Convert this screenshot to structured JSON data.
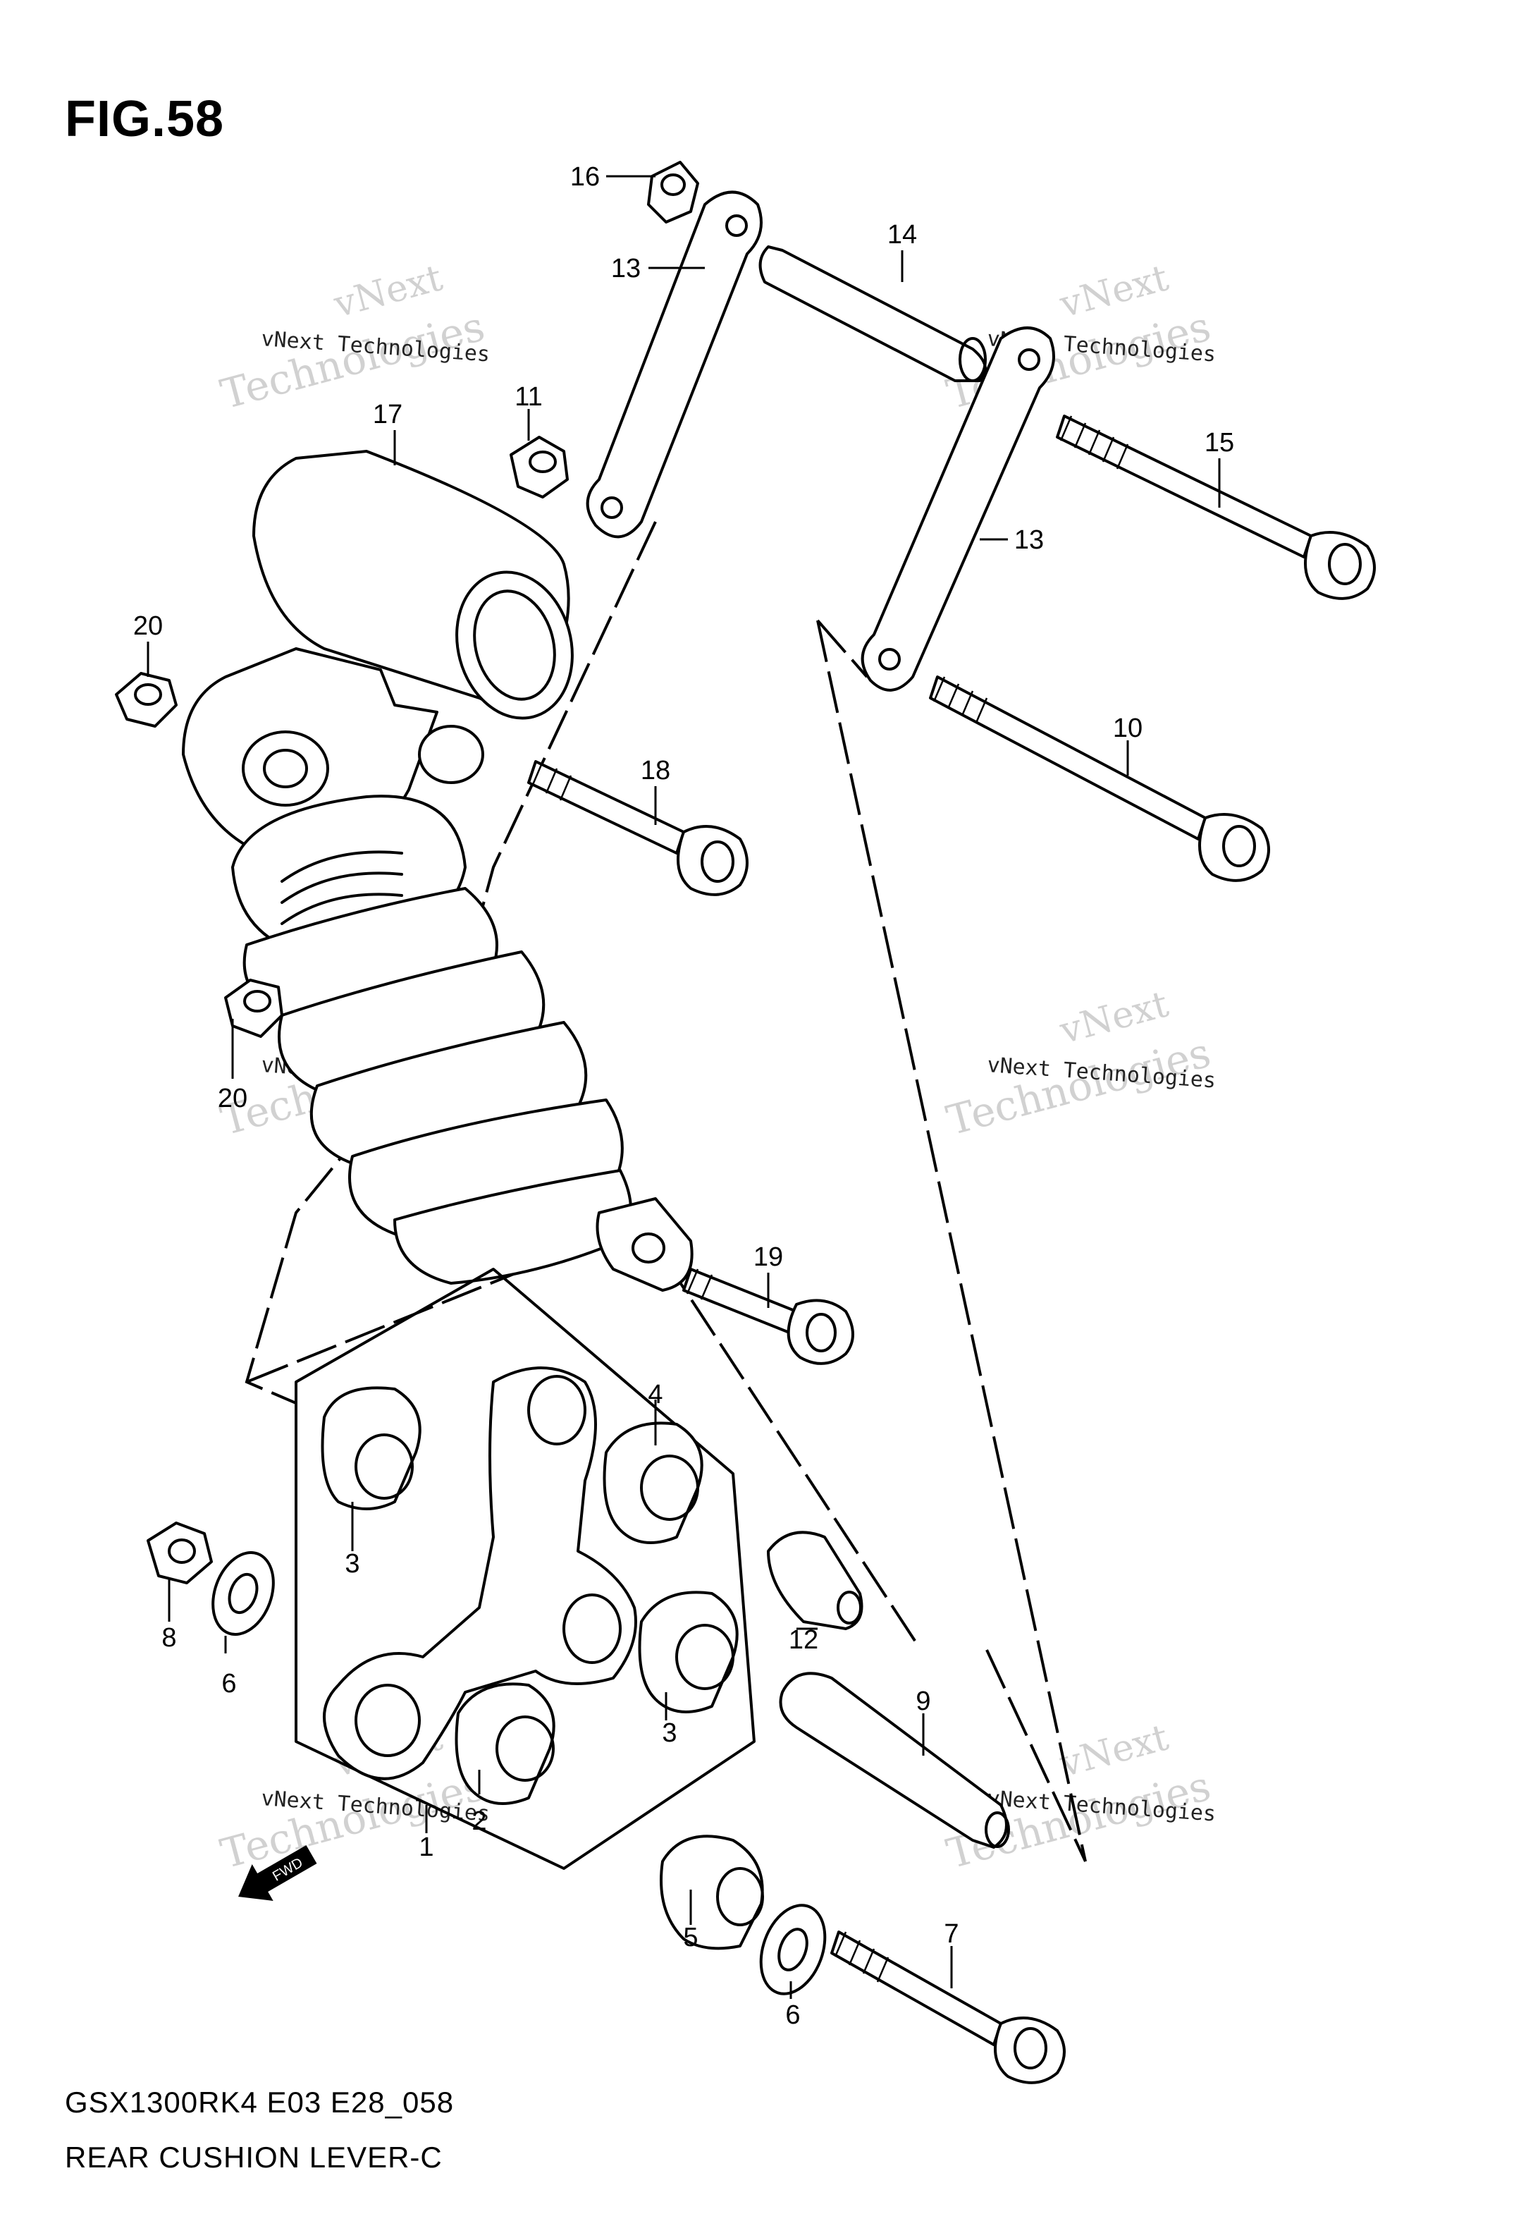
{
  "figure": {
    "title": "FIG.58",
    "model_code": "GSX1300RK4 E03 E28_058",
    "caption": "REAR CUSHION LEVER-C"
  },
  "watermark": {
    "line1": "vNext",
    "line2": "Technologies",
    "line3": "vNext Technologies"
  },
  "fwd_arrow": "FWD",
  "callouts": [
    "1",
    "2",
    "3",
    "3",
    "4",
    "5",
    "6",
    "6",
    "7",
    "8",
    "9",
    "10",
    "11",
    "12",
    "13",
    "13",
    "14",
    "15",
    "16",
    "17",
    "18",
    "19",
    "20",
    "20"
  ]
}
